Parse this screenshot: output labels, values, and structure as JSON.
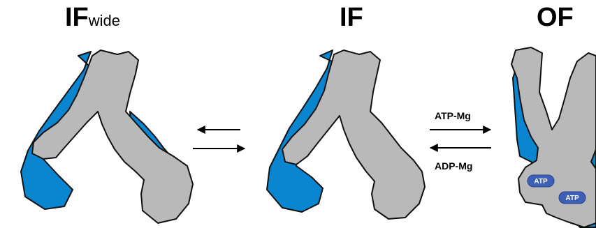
{
  "states": {
    "if_wide": {
      "title": "IF",
      "subscript": "wide"
    },
    "if": {
      "title": "IF"
    },
    "of": {
      "title": "OF"
    }
  },
  "transitions": {
    "forward_label": "ATP-Mg",
    "reverse_label": "ADP-Mg"
  },
  "atp_badges": [
    "ATP",
    "ATP"
  ],
  "colors": {
    "subunit_back": "#0a86d1",
    "subunit_front": "#b9b9b9",
    "outline": "#111111",
    "atp_badge": "#3d5fb6"
  }
}
